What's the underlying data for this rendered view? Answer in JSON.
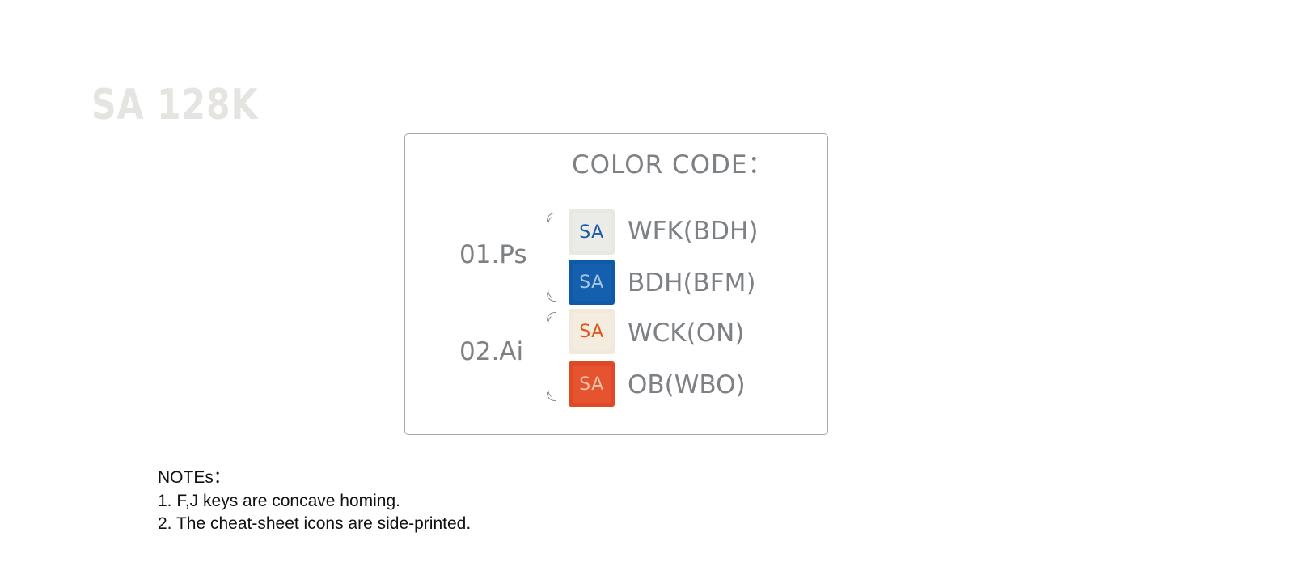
{
  "watermark_title": "SA 128K",
  "card": {
    "heading": "COLOR CODE：",
    "groups": [
      {
        "label": "01.Ps",
        "items": [
          {
            "swatch_text": "SA",
            "code": "WFK(BDH)",
            "swatch_color": "#e8e8e5",
            "swatch_inner_color": "#ebebe8",
            "text_color": "#1a5aa6"
          },
          {
            "swatch_text": "SA",
            "code": "BDH(BFM)",
            "swatch_color": "#0f5aa8",
            "swatch_inner_color": "#1460ae",
            "text_color": "#a9c4e3"
          }
        ]
      },
      {
        "label": "02.Ai",
        "items": [
          {
            "swatch_text": "SA",
            "code": "WCK(ON)",
            "swatch_color": "#f1e9dc",
            "swatch_inner_color": "#f3ecdf",
            "text_color": "#e2561b"
          },
          {
            "swatch_text": "SA",
            "code": "OB(WBO)",
            "swatch_color": "#de4a27",
            "swatch_inner_color": "#e5532f",
            "text_color": "#f0c2a8"
          }
        ]
      }
    ]
  },
  "notes": {
    "title": "NOTEs：",
    "lines": [
      "1. F,J keys are concave homing.",
      "2. The cheat-sheet icons are side-printed."
    ]
  }
}
